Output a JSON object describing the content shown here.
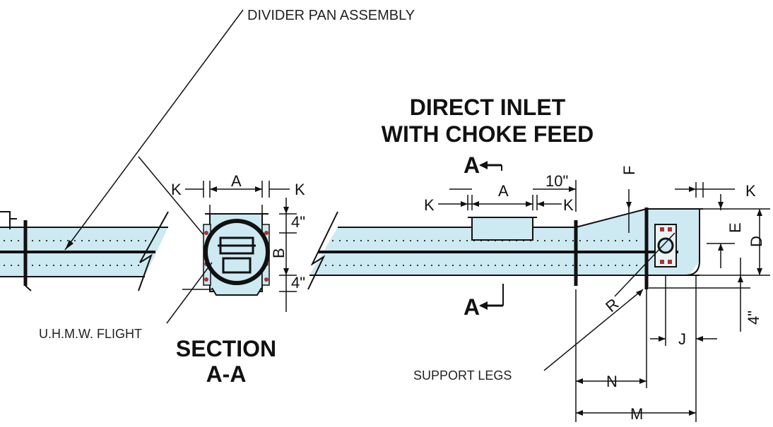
{
  "labels": {
    "divider_pan": "DIVIDER PAN ASSEMBLY",
    "uhmw_flight": "U.H.M.W. FLIGHT",
    "support_legs": "SUPPORT LEGS",
    "section_line1": "SECTION",
    "section_line2": "A-A",
    "heading_line1": "DIRECT  INLET",
    "heading_line2": "WITH  CHOKE  FEED",
    "section_marker": "A"
  },
  "dimensions": {
    "A": "A",
    "B": "B",
    "D": "D",
    "E": "E",
    "F": "F",
    "J": "J",
    "K": "K",
    "M": "M",
    "N": "N",
    "R": "R",
    "four_inch": "4\"",
    "ten_inch": "10\""
  },
  "colors": {
    "fill": "#cde9f2",
    "line": "#111111"
  }
}
